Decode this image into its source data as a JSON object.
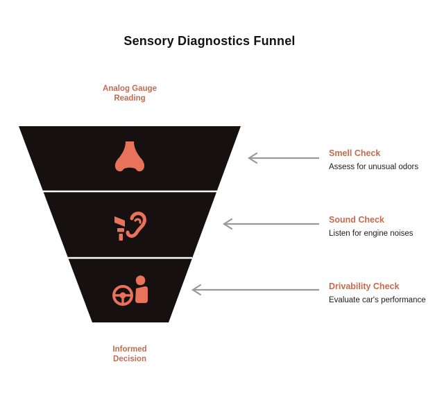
{
  "title": "Sensory Diagnostics Funnel",
  "funnel": {
    "top_label": "Analog Gauge Reading",
    "bottom_label": "Informed Decision",
    "stages": [
      {
        "icon": "nose-icon",
        "label": "Smell Check",
        "description": "Assess for unusual odors"
      },
      {
        "icon": "ear-listening-icon",
        "label": "Sound Check",
        "description": "Listen for engine noises"
      },
      {
        "icon": "steering-wheel-driver-icon",
        "label": "Drivability Check",
        "description": "Evaluate car's performance"
      }
    ]
  },
  "colors": {
    "background": "#ffffff",
    "funnel_fill": "#161110",
    "icon_accent": "#e8735a",
    "label_accent": "#c66a4f",
    "description_text": "#1c1c1c",
    "title_text": "#111111",
    "arrow": "#999999",
    "divider": "#ffffff"
  }
}
